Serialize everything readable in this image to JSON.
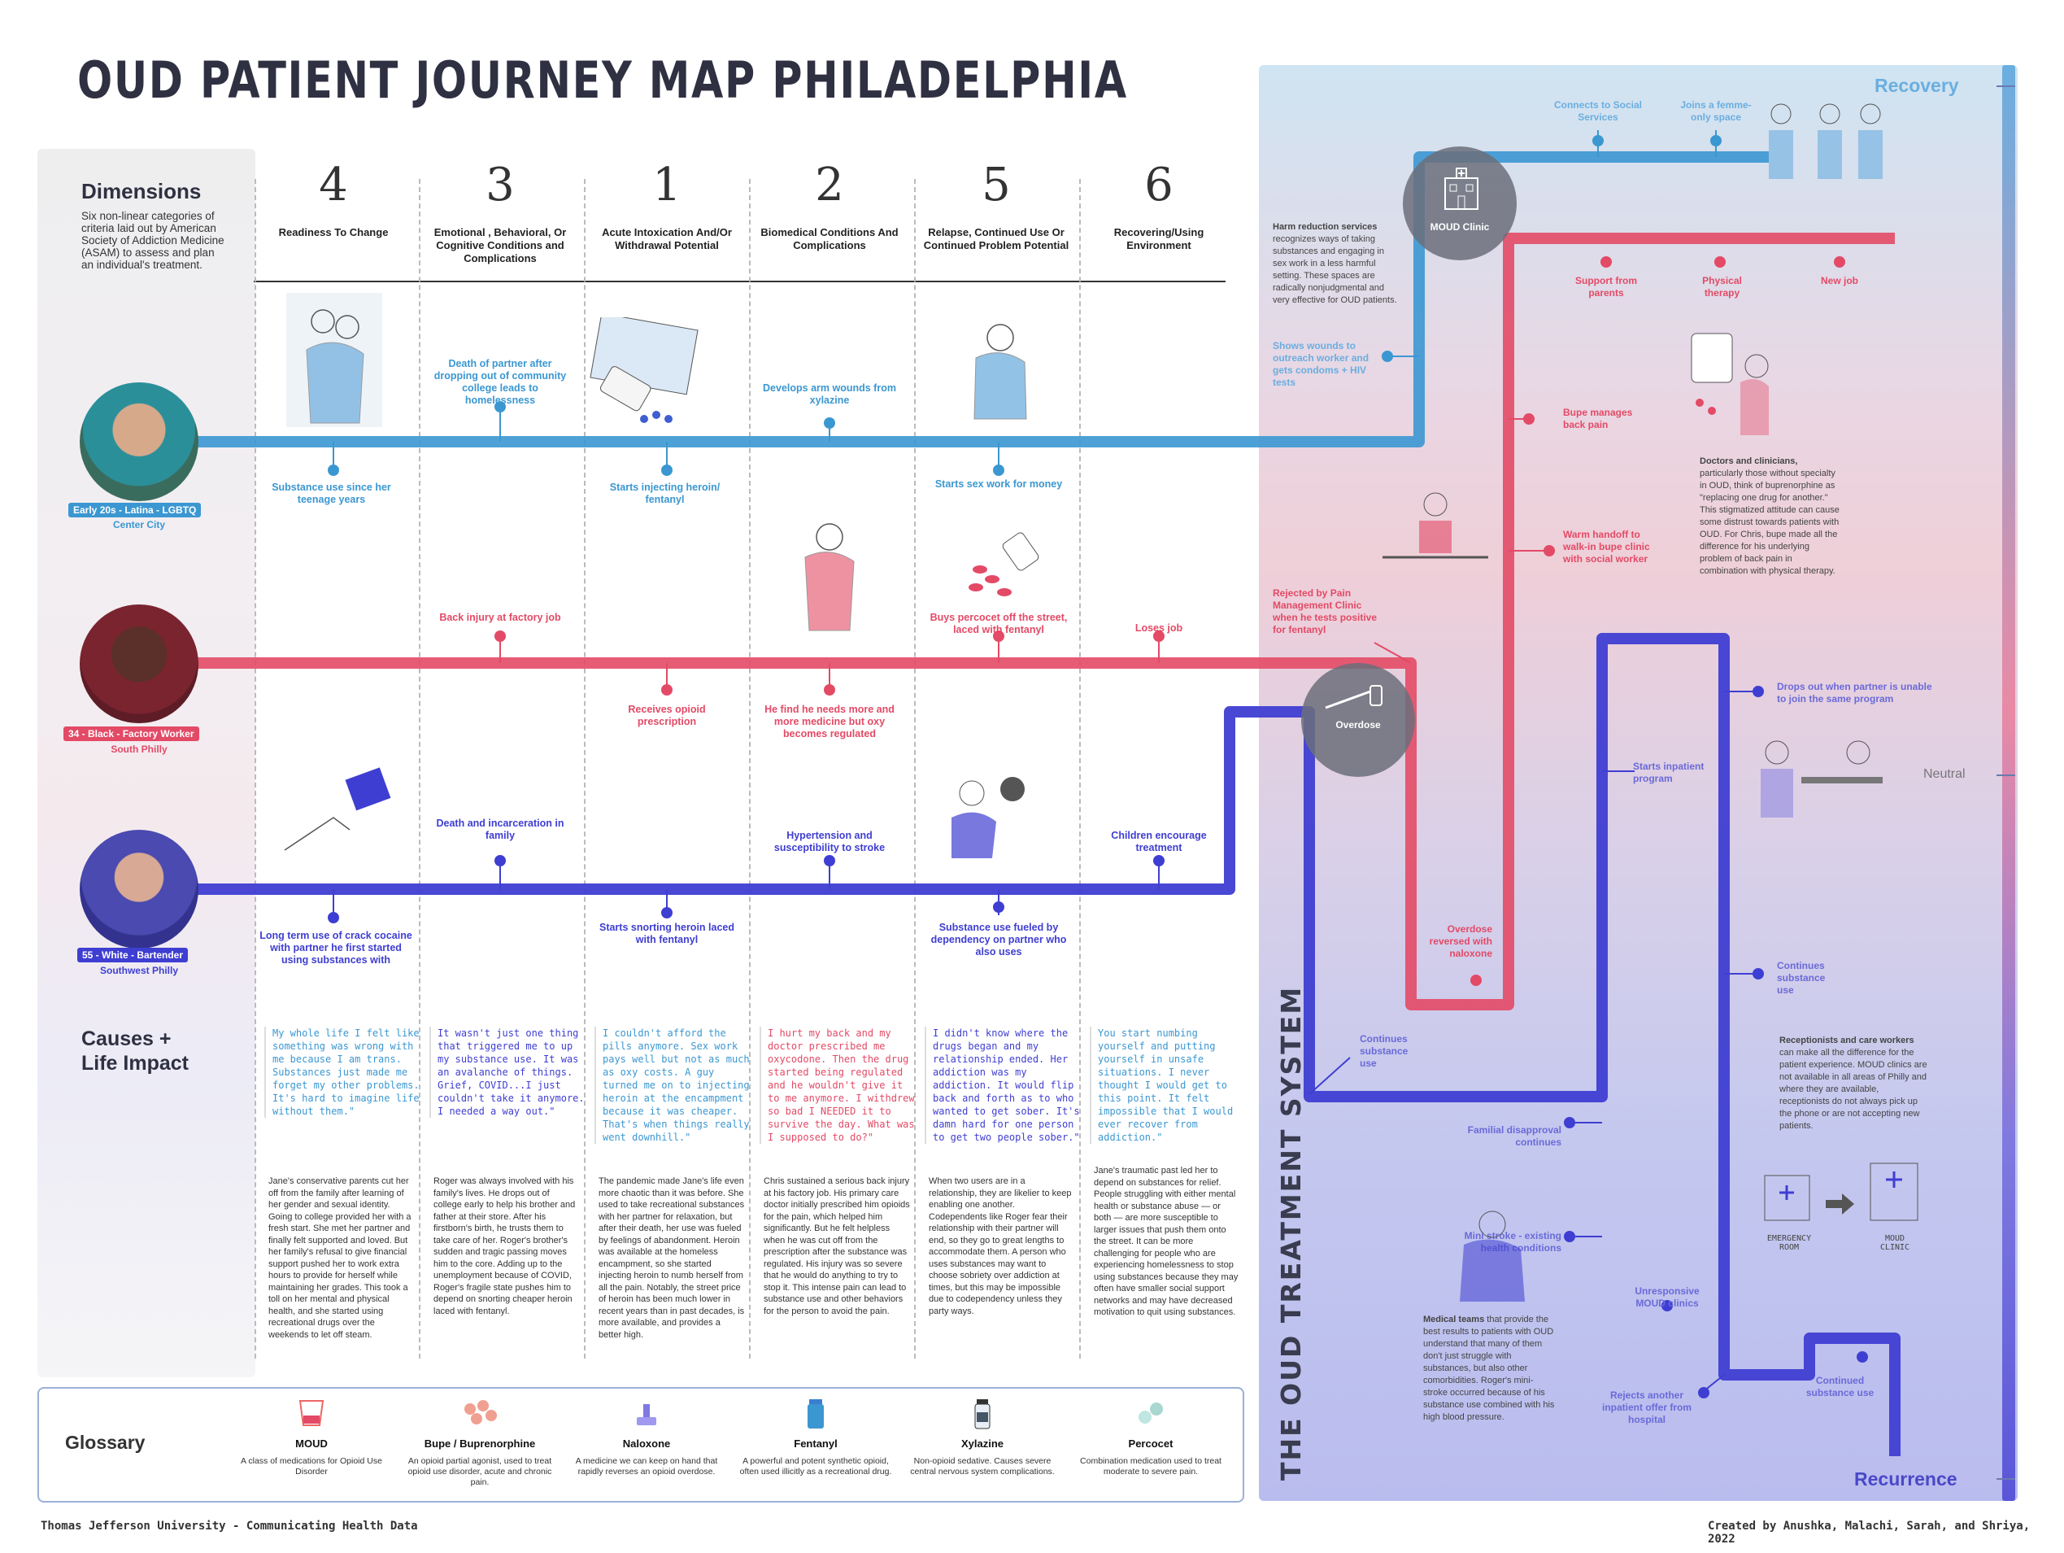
{
  "title": "OUD PATIENT JOURNEY MAP PHILADELPHIA",
  "dimensions": {
    "heading": "Dimensions",
    "description": "Six non-linear categories of criteria laid out by American Society of Addiction Medicine (ASAM) to assess and plan an individual's treatment."
  },
  "causes_heading": "Causes + Life Impact",
  "columns": [
    {
      "num": "4",
      "label": "Readiness To Change"
    },
    {
      "num": "3",
      "label": "Emotional , Behavioral, Or Cognitive Conditions and Complications"
    },
    {
      "num": "1",
      "label": "Acute Intoxication And/Or Withdrawal Potential"
    },
    {
      "num": "2",
      "label": "Biomedical Conditions And Complications"
    },
    {
      "num": "5",
      "label": "Relapse, Continued Use Or Continued Problem Potential"
    },
    {
      "num": "6",
      "label": "Recovering/Using Environment"
    }
  ],
  "personas": [
    {
      "badge": "Early 20s - Latina - LGBTQ",
      "location": "Center City",
      "color": "#3b97d1"
    },
    {
      "badge": "34 - Black - Factory Worker",
      "location": "South Philly",
      "color": "#e34a66"
    },
    {
      "badge": "55 - White - Bartender",
      "location": "Southwest Philly",
      "color": "#3f3ed2"
    }
  ],
  "events": {
    "blue_above": [
      "Death of partner after dropping out of community college leads to homelessness",
      "Develops arm wounds from xylazine"
    ],
    "blue_below": [
      "Substance use since her teenage years",
      "Starts injecting heroin/ fentanyl",
      "Starts sex work for money"
    ],
    "red_above": [
      "Back injury at factory job",
      "Buys percocet off the street, laced with fentanyl",
      "Loses job"
    ],
    "red_below": [
      "Receives opioid prescription",
      "He find he needs more and more medicine but oxy becomes regulated"
    ],
    "navy_above": [
      "Death and incarceration in family",
      "Hypertension and susceptibility to stroke",
      "Children encourage treatment"
    ],
    "navy_below": [
      "Long term use of crack cocaine with partner he first started using substances with",
      "Starts snorting heroin laced with fentanyl",
      "Substance use fueled by dependency on partner who also uses"
    ]
  },
  "quotes": [
    "My whole life I felt like something was wrong with me because I am trans. Substances just made me forget my other problems. It's hard to imagine life without them.\"",
    "It wasn't just one thing that triggered me to up my substance use. It was an avalanche of things. Grief, COVID...I just couldn't take it anymore. I needed a way out.\"",
    "I couldn't afford the pills anymore. Sex work pays well but not as much as oxy costs. A guy turned me on to injecting heroin at the encampment because it was cheaper. That's when things really went downhill.\"",
    "I hurt my back and my doctor prescribed me oxycodone. Then the drug started being regulated and he wouldn't give it to me anymore. I withdrew so bad I NEEDED it to survive the day. What was I supposed to do?\"",
    "I didn't know where the drugs began and my relationship ended. Her addiction was my addiction. It would flip back and forth as to who wanted to get sober. It's damn hard for one person to get two people sober.\"",
    "You start numbing yourself and putting yourself in unsafe situations. I never thought I would get to this point. It felt impossible that I would ever recover from addiction.\""
  ],
  "stories": [
    "Jane's conservative parents cut her off from the family after learning of her gender and sexual identity. Going to college provided her with a fresh start. She met her partner and finally felt supported and loved. But her family's refusal to give financial support pushed her to work extra hours to provide for herself while maintaining her grades. This took a toll on her mental and physical health, and she started using recreational drugs over the weekends to let off steam.",
    "Roger was always involved with his family's lives. He drops out of college early to help his brother and father at their store. After his firstborn's birth, he trusts them to take care of her. Roger's brother's sudden and tragic passing moves him to the core. Adding up to the unemployment because of COVID, Roger's fragile state pushes him to depend on snorting cheaper heroin laced with fentanyl.",
    "The pandemic made Jane's life even more chaotic than it was before. She used to take recreational substances with her partner for relaxation, but after their death, her use was fueled by feelings of abandonment. Heroin was available at the homeless encampment, so she started injecting heroin to numb herself from all the pain. Notably, the street price of heroin has been much lower in recent years than in past decades, is more available, and provides a better high.",
    "Chris sustained a serious back injury at his factory job. His primary care doctor initially prescribed him opioids for the pain, which helped him significantly. But he felt helpless when he was cut off from the prescription after the substance was regulated. His injury was so severe that he would do anything to try to stop it. This intense pain can lead to substance use and other behaviors for the person to avoid the pain.",
    "When two users are in a relationship, they are likelier to keep enabling one another. Codependents like Roger fear their relationship with their partner will end, so they go to great lengths to accommodate them. A person who uses substances may want to choose sobriety over addiction at times, but this may be impossible due to codependency unless they party ways.",
    "Jane's traumatic past led her to depend on substances for relief. People struggling with either mental health or substance abuse — or both — are more susceptible to larger issues that push them onto the street. It can be more challenging for people who are experiencing homelessness to stop using substances because they may often have smaller social support networks and may have decreased motivation to quit using substances."
  ],
  "treatment": {
    "vertical_title": "THE OUD TREATMENT SYSTEM",
    "scale": {
      "top": "Recovery",
      "middle": "Neutral",
      "bottom": "Recurrence"
    },
    "nodes": {
      "moud_clinic": "MOUD Clinic",
      "overdose": "Overdose"
    },
    "blue": [
      "Connects to Social Services",
      "Joins a femme-only space",
      "Shows wounds to outreach worker and gets condoms + HIV tests"
    ],
    "red": [
      "Support from parents",
      "Physical therapy",
      "New job",
      "Bupe manages back pain",
      "Warm handoff to walk-in bupe clinic with social worker",
      "Rejected by Pain Management Clinic when he tests positive for fentanyl",
      "Overdose reversed with naloxone"
    ],
    "navy": [
      "Drops out when partner is unable to join the same program",
      "Starts inpatient program",
      "Continues substance use",
      "Continues substance use",
      "Familial disapproval continues",
      "Mini stroke - existing health conditions",
      "Unresponsive MOUD clinics",
      "Rejects another inpatient offer from hospital",
      "Continued substance use"
    ],
    "harm_reduction": {
      "bold": "Harm reduction services",
      "text": "recognizes ways of taking substances and engaging in sex work in a less harmful setting. These spaces are radically nonjudgmental and very effective for OUD patients."
    },
    "doctors": {
      "bold": "Doctors and clinicians,",
      "text": "particularly those without specialty in OUD, think of buprenorphine as \"replacing one drug for another.\" This stigmatized attitude can cause some distrust towards patients with OUD. For Chris, bupe made all the difference for his underlying problem of back pain in combination with physical therapy."
    },
    "receptionists": {
      "bold": "Receptionists and care workers",
      "text": "can make all the difference for the patient experience. MOUD clinics are not available in all areas of Philly and where they are available, receptionists do not always pick up the phone or are not accepting new patients."
    },
    "medical": {
      "bold": "Medical teams",
      "text": "that provide the best results to patients with OUD understand that many of them don't just struggle with substances, but also other comorbidities. Roger's mini-stroke occurred because of his substance use combined with his high blood pressure."
    },
    "er_label": "EMERGENCY ROOM",
    "moud_label": "MOUD CLINIC"
  },
  "glossary": {
    "heading": "Glossary",
    "items": [
      {
        "name": "MOUD",
        "desc": "A class of medications for Opioid Use Disorder"
      },
      {
        "name": "Bupe / Buprenorphine",
        "desc": "An opioid partial agonist, used to treat opioid use disorder, acute and chronic pain."
      },
      {
        "name": "Naloxone",
        "desc": "A medicine we can keep on hand that rapidly reverses an opioid overdose."
      },
      {
        "name": "Fentanyl",
        "desc": "A powerful and potent synthetic opioid, often used illicitly as a recreational drug."
      },
      {
        "name": "Xylazine",
        "desc": "Non-opioid sedative. Causes severe central nervous system complications."
      },
      {
        "name": "Percocet",
        "desc": "Combination medication used to treat moderate to severe pain."
      }
    ]
  },
  "footer": {
    "left": "Thomas Jefferson University - Communicating Health Data",
    "right": "Created by Anushka, Malachi, Sarah, and Shriya, 2022"
  },
  "colors": {
    "blue": "#3b97d1",
    "red": "#e34a66",
    "navy": "#3f3ed2"
  }
}
